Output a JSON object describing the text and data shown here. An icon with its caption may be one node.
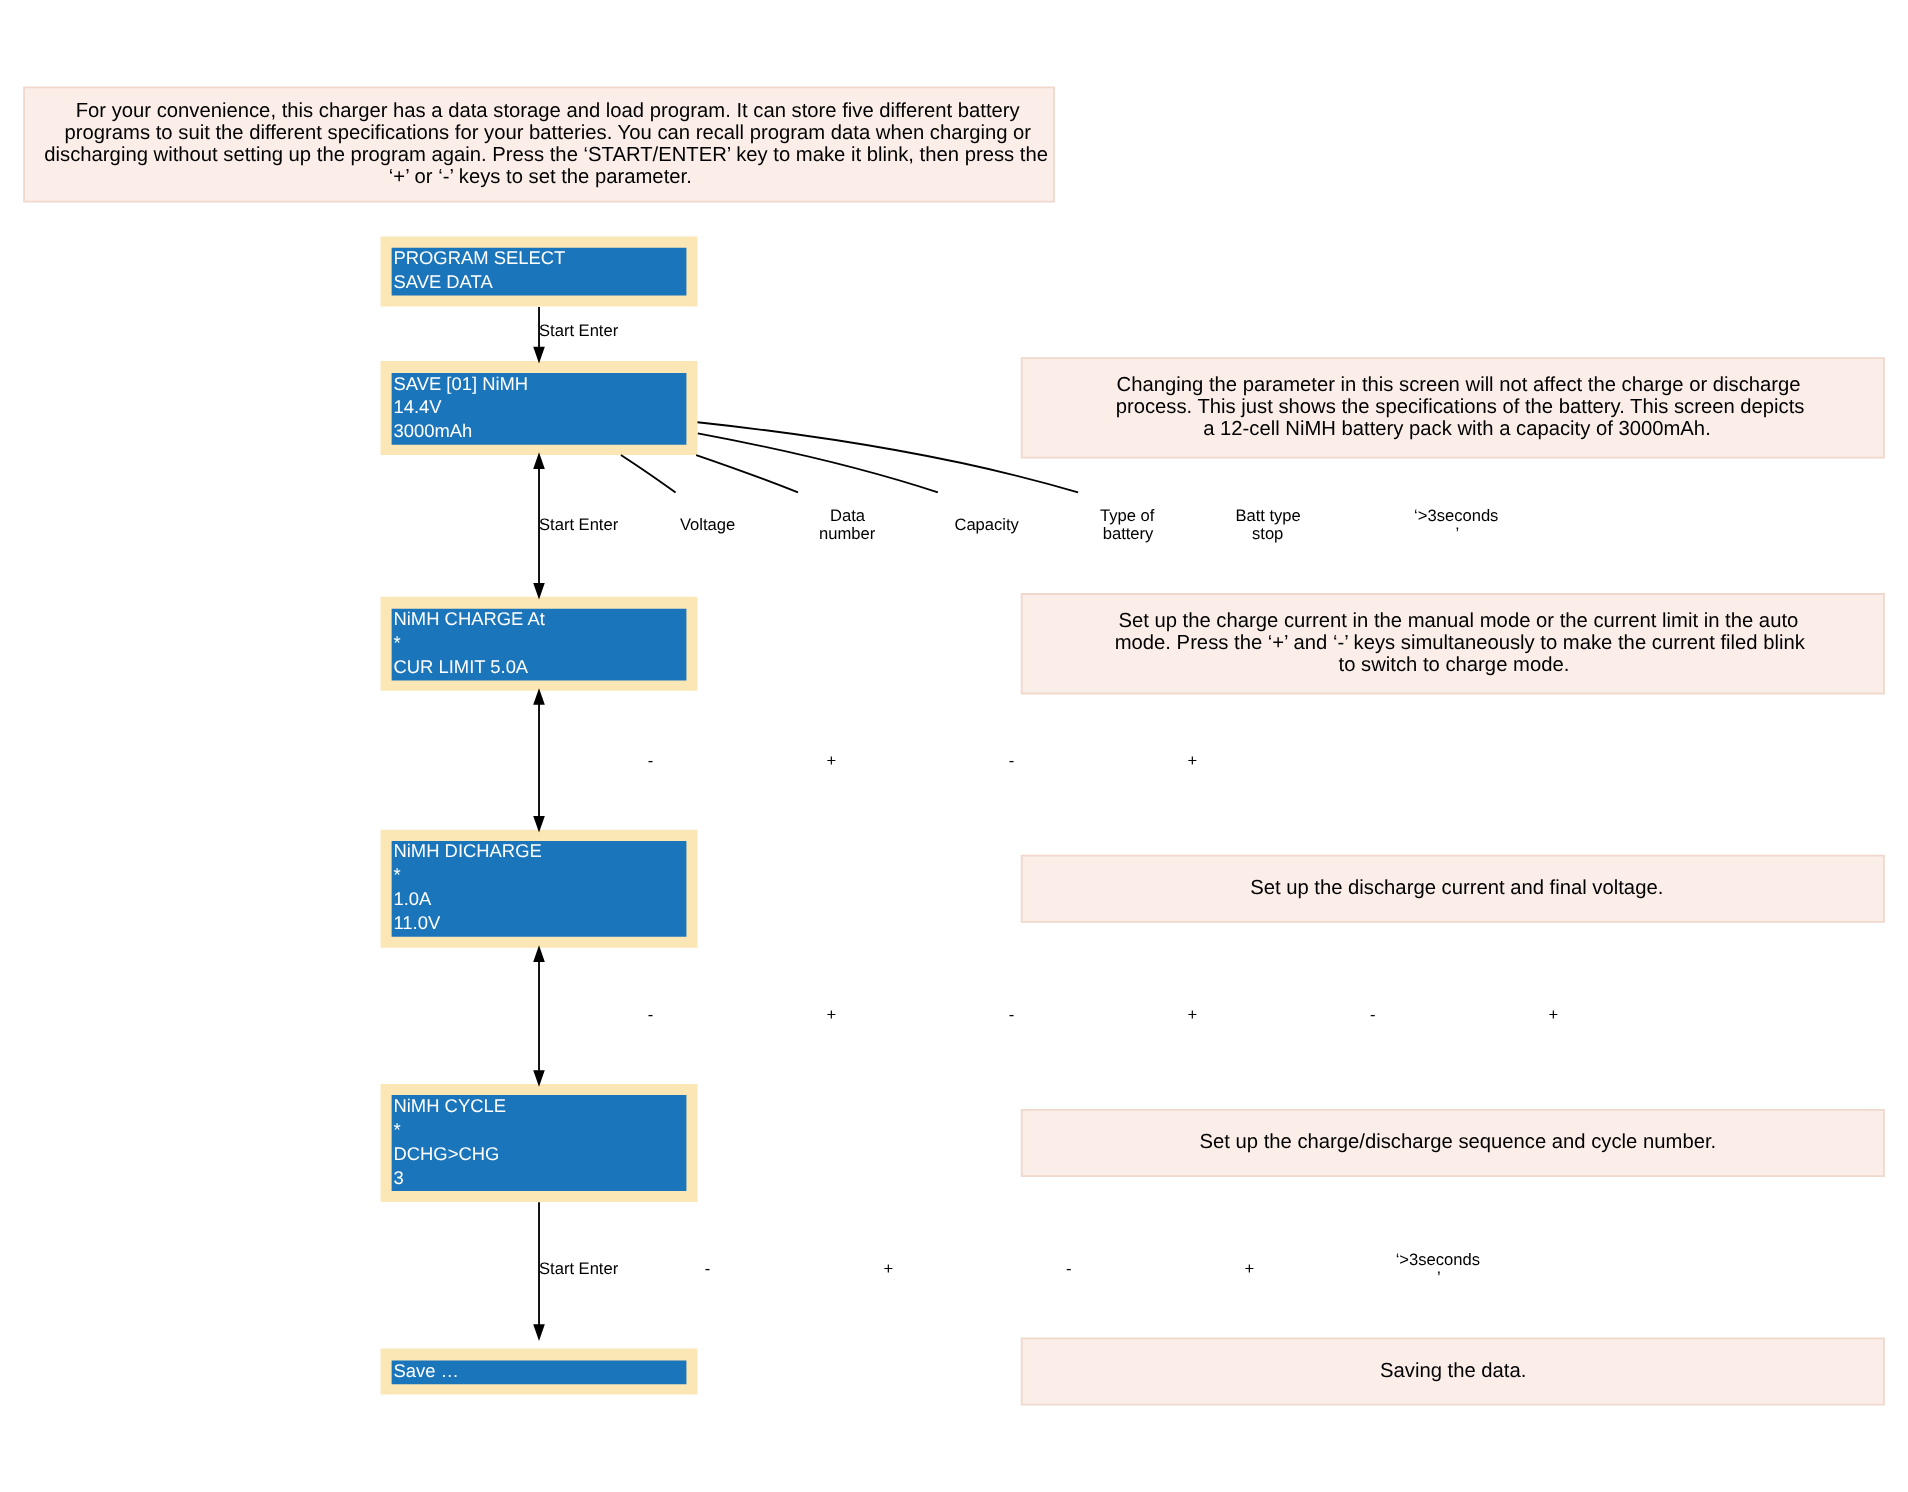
{
  "diagram": {
    "nodes": [
      {
        "text": [
          "For your convenience, this charger has a data storage and load program. It can store five different battery programs to suit the different specifications for your batteries. You can recall program data when charging or discharging without setting up the program again. Press the ‘START/ENTER’ key to make it blink, then press the ‘+’ or ‘-’ keys to set the parameter."
        ]
      },
      {
        "text": [
          "PROGRAM SELECT",
          "SAVE DATA"
        ]
      },
      {
        "text": [
          "SAVE [01] NiMH",
          "14.4V",
          "3000mAh"
        ]
      },
      {
        "text": [
          "Changing the parameter in this screen will not affect the charge or discharge process. This just shows the specifications of the battery. This screen depicts a 12-cell NiMH battery pack with a capacity of 3000mAh."
        ]
      },
      {
        "text": [
          "NiMH CHARGE At",
          "*",
          "CUR LIMIT 5.0A"
        ]
      },
      {
        "text": [
          "Set up the charge current in the manual mode or the current limit in the auto mode. Press the ‘+’ and ‘-’ keys simultaneously to make the current filed blink to switch to charge mode."
        ]
      },
      {
        "text": [
          "NiMH DICHARGE",
          "*",
          "1.0A",
          "11.0V"
        ]
      },
      {
        "text": [
          "Set up the discharge current and final voltage."
        ]
      },
      {
        "text": [
          "NiMH CYCLE",
          "*",
          "DCHG>CHG",
          "3"
        ]
      },
      {
        "text": [
          "Set up the charge/discharge sequence and cycle number."
        ]
      },
      {
        "text": [
          "Save …"
        ]
      },
      {
        "text": [
          "Saving the data."
        ]
      },
      {
        "text": [
          "Voltage"
        ]
      },
      {
        "text": [
          "Data number"
        ]
      },
      {
        "text": [
          "Capacity"
        ]
      },
      {
        "text": [
          "Type of battery"
        ]
      }
    ],
    "edges": [
      {
        "from": 1,
        "to": 2,
        "arrow": "to",
        "label": "Start Enter"
      },
      {
        "from": 2,
        "to": 4,
        "arrow": "both",
        "label": "Start Enter"
      },
      {
        "from": 4,
        "to": 6,
        "arrow": "both"
      },
      {
        "from": 6,
        "to": 8,
        "arrow": "both"
      },
      {
        "from": 8,
        "to": 10,
        "arrow": "to",
        "label": "Start Enter"
      },
      {
        "from": 12,
        "to": 2,
        "arrow": "none"
      },
      {
        "from": 13,
        "to": 2,
        "arrow": "none"
      },
      {
        "from": 14,
        "to": 2,
        "arrow": "none"
      },
      {
        "from": 15,
        "to": 2,
        "arrow": "none"
      }
    ],
    "labels": [
      "Batt type stop",
      "‘>3seconds’",
      "-",
      "+",
      "-",
      "+",
      "-",
      "+",
      "-",
      "+",
      "-",
      "+",
      "-",
      "+",
      "-",
      "+",
      "‘>3seconds’"
    ]
  }
}
